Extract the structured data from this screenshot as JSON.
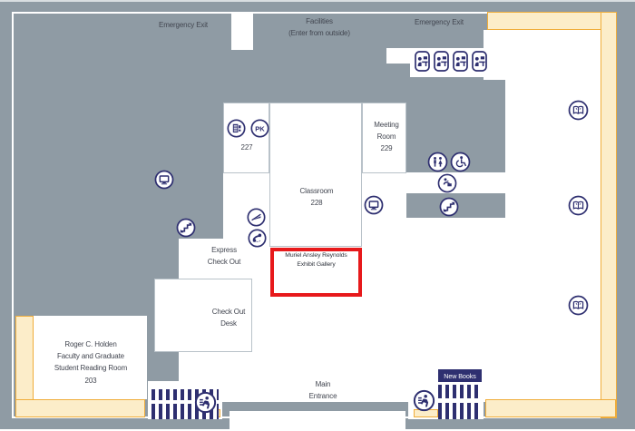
{
  "labels": {
    "emergency_exit_left": "Emergency Exit",
    "emergency_exit_right": "Emergency Exit",
    "facilities_line1": "Facilities",
    "facilities_line2": "(Enter from outside)",
    "room_227": "227",
    "meeting_room_line1": "Meeting",
    "meeting_room_line2": "Room",
    "meeting_room_line3": "229",
    "classroom_line1": "Classroom",
    "classroom_line2": "228",
    "express_line1": "Express",
    "express_line2": "Check Out",
    "checkout_line1": "Check Out",
    "checkout_line2": "Desk",
    "gallery_line1": "Muriel Ansley Reynolds",
    "gallery_line2": "Exhibit Gallery",
    "reading_line1": "Roger C. Holden",
    "reading_line2": "Faculty and Graduate",
    "reading_line3": "Student Reading Room",
    "reading_line4": "203",
    "main_line1": "Main",
    "main_line2": "Entrance",
    "new_books": "New Books",
    "pk_icon_text": "PK"
  },
  "icons": {
    "computer": "monitor-in-circle",
    "stairs": "zigzag-arrows-in-circle",
    "photocopier": "copier-in-circle",
    "copy-key": "PK-in-circle",
    "restroom": "man-woman-in-circle",
    "wheelchair-access": "wheelchair-in-circle",
    "drinking-fountain": "person-at-fountain-in-circle",
    "book-return-slot": "diagonal-slot-in-circle",
    "telephone": "handset-in-circle",
    "book-stacks": "open-book-in-circle",
    "security-gate": "person-at-gate-in-circle",
    "study-carrel": "person-at-desk-badge"
  },
  "colors": {
    "wall_gray": "#8f9ba4",
    "icon_navy": "#2e2f70",
    "highlight_red": "#e7191b",
    "path_yellow_fill": "#fcedc9",
    "path_yellow_border": "#f0ad3a",
    "room_border": "#b9c2c9",
    "text_dark": "#424650"
  }
}
